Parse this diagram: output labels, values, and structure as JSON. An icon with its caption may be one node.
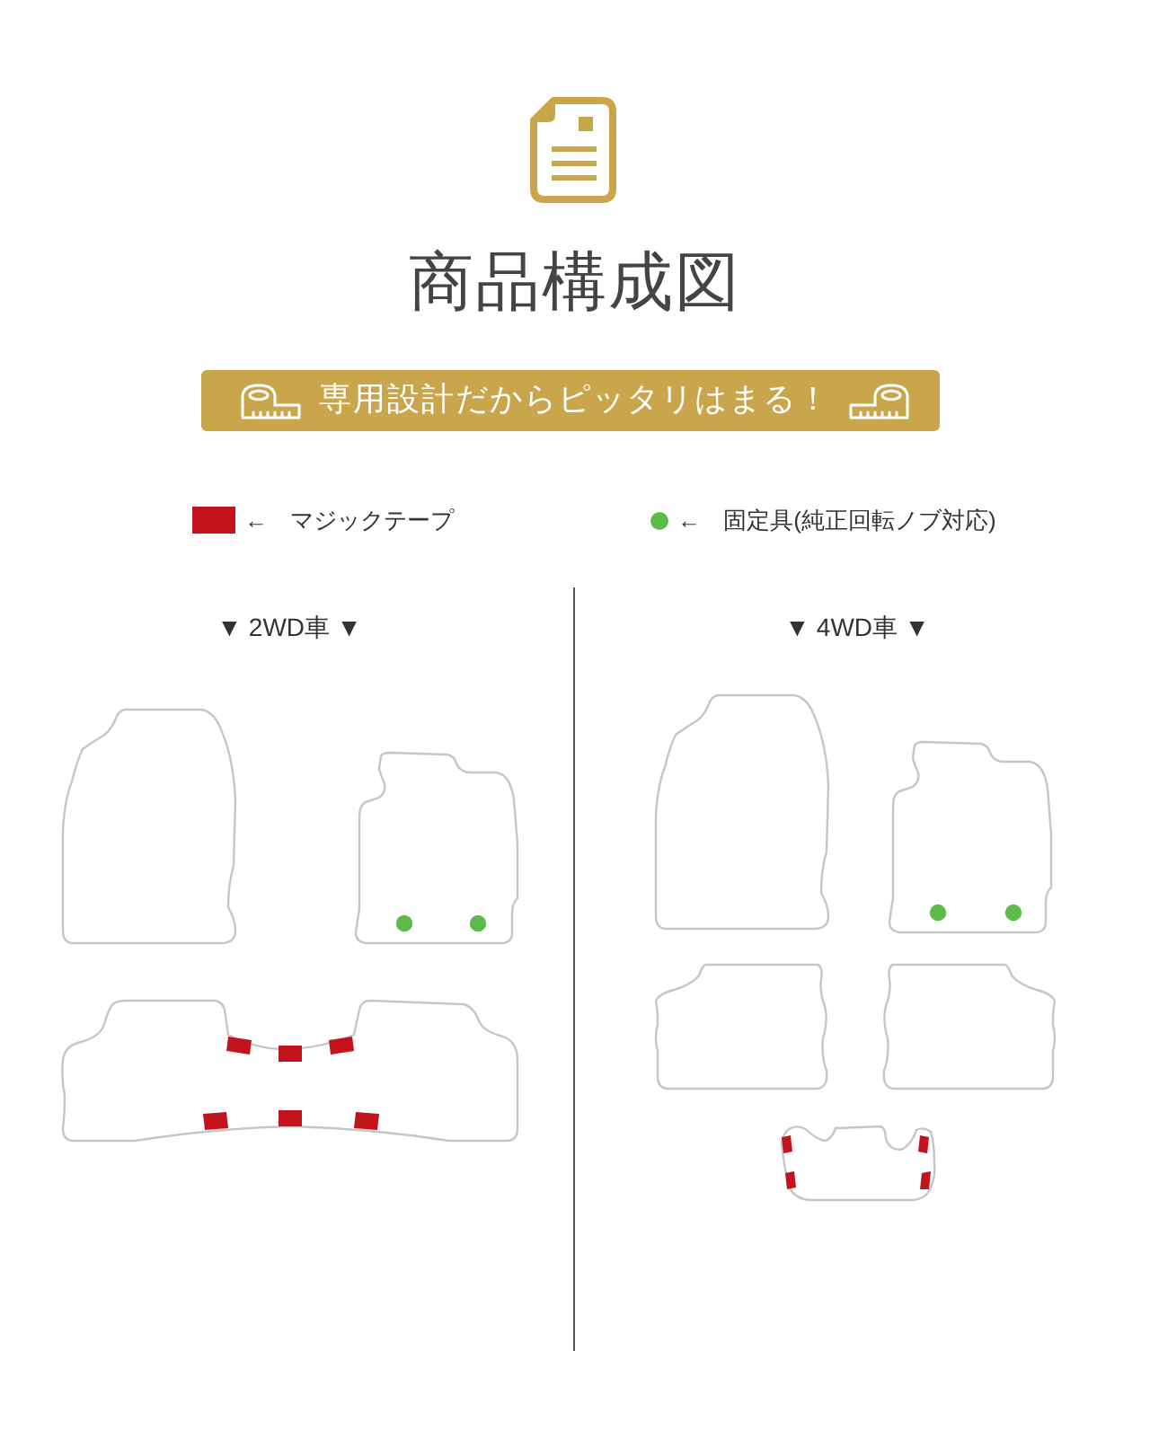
{
  "diagram": {
    "title": "商品構成図",
    "nodes": [
      {
        "text": [
          "専用設計だからピッタリはまる！"
        ]
      }
    ],
    "labels": [
      "▼ 2WD車 ▼",
      "▼ 4WD車 ▼"
    ],
    "legend": [
      {
        "text": "← マジックテープ",
        "color": "#c3141d"
      },
      {
        "text": "← 固定具(純正回転ノブ対応)",
        "color": "#5dbb4b"
      }
    ]
  }
}
